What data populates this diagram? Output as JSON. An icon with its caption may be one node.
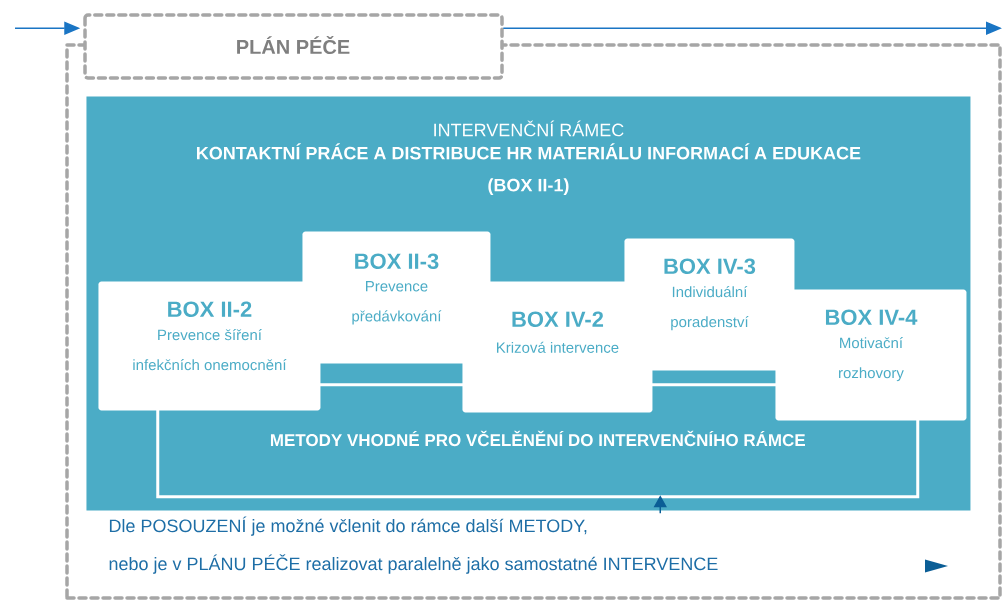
{
  "diagram": {
    "nodes": [
      {
        "text": [
          "PLÁN PÉČE"
        ]
      },
      {
        "text": [
          "INTERVENČNÍ RÁMEC",
          "KONTAKTNÍ PRÁCE A DISTRIBUCE HR MATERIÁLU INFORMACÍ A EDUKACE (BOX II-1)"
        ],
        "in": 0
      },
      {
        "text": [
          "METODY VHODNÉ PRO VČELĚNĚNÍ DO INTERVENČNÍHO RÁMCE"
        ],
        "in": 1
      },
      {
        "text": [
          "BOX II-2",
          "Prevence šíření infekčních onemocnění"
        ],
        "in": 1
      },
      {
        "text": [
          "BOX II-3",
          "Prevence předávkování"
        ],
        "in": 1
      },
      {
        "text": [
          "BOX IV-2",
          "Krizová intervence"
        ],
        "in": 1
      },
      {
        "text": [
          "BOX IV-3",
          "Individuální poradenství"
        ],
        "in": 1
      },
      {
        "text": [
          "BOX IV-4",
          "Motivační rozhovory"
        ],
        "in": 1
      },
      {
        "text": [
          "Dle POSOUZENÍ je možné včlenit do rámce další METODY,",
          "nebo je v PLÁNU PÉČE realizovat paralelně jako samostatné INTERVENCE"
        ],
        "in": 0
      }
    ],
    "edges": [
      {
        "from": null,
        "to": 0,
        "arrow": "to"
      },
      {
        "from": 0,
        "to": null,
        "arrow": "to"
      },
      {
        "from": 8,
        "to": 2,
        "arrow": "to"
      }
    ]
  }
}
